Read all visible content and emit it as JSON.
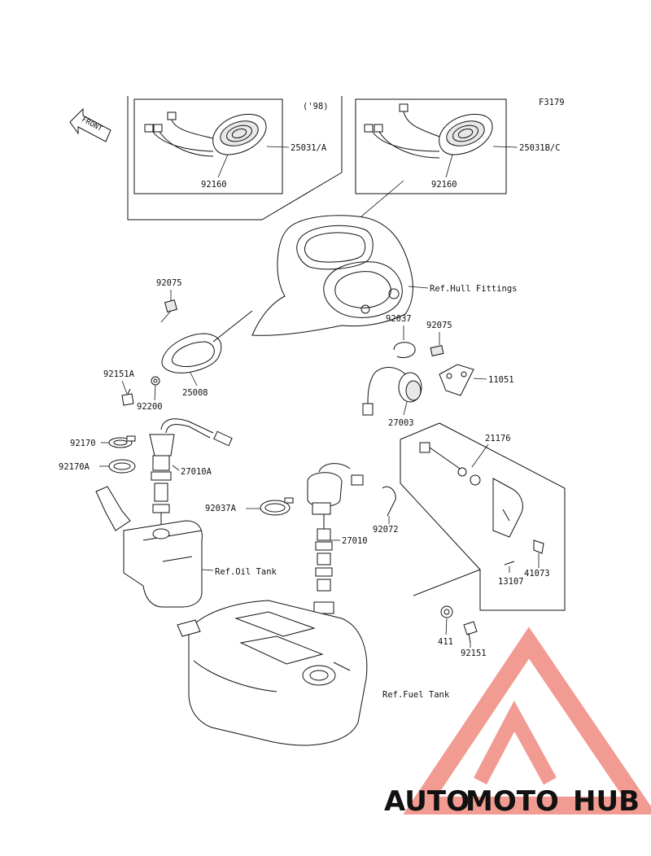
{
  "figure_code": "F3179",
  "front_label": "FRONT",
  "year_note": "('98)",
  "part_labels": {
    "p25031a": "25031/A",
    "p25031bc": "25031B/C",
    "p92160_left": "92160",
    "p92160_right": "92160",
    "p92075_top": "92075",
    "p92075_mid": "92075",
    "p92037": "92037",
    "p92037a": "92037A",
    "p11051": "11051",
    "p92151a": "92151A",
    "p92200": "92200",
    "p25008": "25008",
    "p27003": "27003",
    "p21176": "21176",
    "p92170": "92170",
    "p92170a": "92170A",
    "p27010a": "27010A",
    "p27010": "27010",
    "p92072": "92072",
    "p41073": "41073",
    "p13107": "13107",
    "p411": "411",
    "p92151": "92151"
  },
  "references": {
    "hull": "Ref.Hull Fittings",
    "oil": "Ref.Oil Tank",
    "fuel": "Ref.Fuel Tank"
  },
  "watermark": {
    "part1": "AUTO",
    "part2": "MOTO",
    "part3": "HUB",
    "color_light": "#f4a63a",
    "color_red": "#ea4d45",
    "color_dark": "#3a3a3a",
    "triangle_color": "#f08a80"
  }
}
